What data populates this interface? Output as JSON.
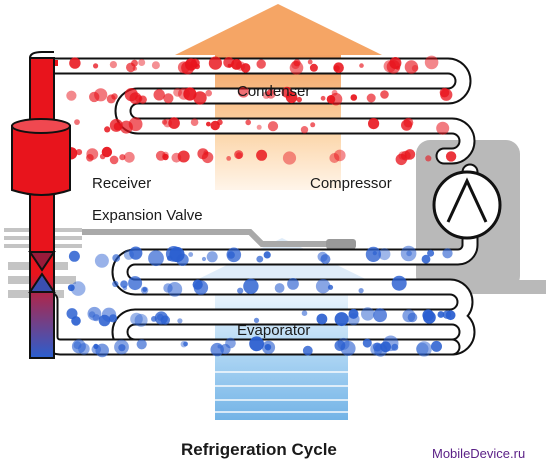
{
  "title": "Refrigeration Cycle",
  "credit": "MobileDevice.ru",
  "labels": {
    "condenser": "Condenser",
    "receiver": "Receiver",
    "compressor": "Compressor",
    "expansion_valve": "Expansion Valve",
    "evaporator": "Evaporator"
  },
  "colors": {
    "hot_refrigerant": "#e8141c",
    "cold_refrigerant": "#2a5fd0",
    "heat_arrow": "#f6a05a",
    "cool_arrow": "#7ab8ea",
    "machinery_gray": "#b9b9b9",
    "tube_outline": "#111111"
  },
  "icons": {
    "compressor": "compressor-icon",
    "heat_out": "heat-out-arrow",
    "heat_in": "heat-in-arrow"
  }
}
